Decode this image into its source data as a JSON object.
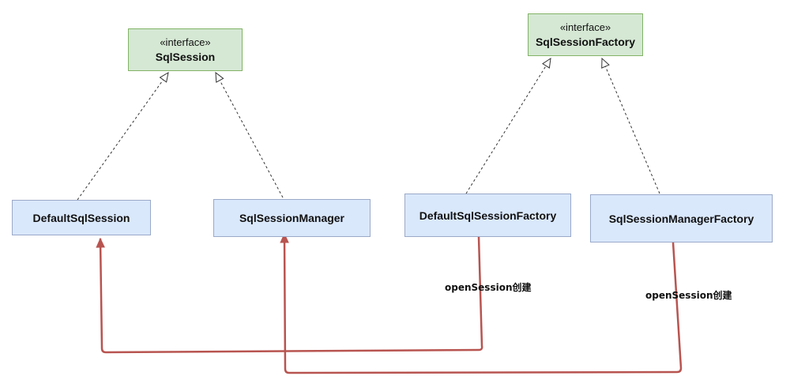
{
  "interfaces": {
    "sqlsession": {
      "stereotype": "«interface»",
      "name": "SqlSession"
    },
    "factory": {
      "stereotype": "«interface»",
      "name": "SqlSessionFactory"
    }
  },
  "classes": {
    "default_session": {
      "name": "DefaultSqlSession"
    },
    "session_manager": {
      "name": "SqlSessionManager"
    },
    "default_factory": {
      "name": "DefaultSqlSessionFactory"
    },
    "manager_factory": {
      "name": "SqlSessionManagerFactory"
    }
  },
  "edge_labels": {
    "default_factory_creates": "openSession创建",
    "manager_factory_creates": "openSession创建"
  },
  "colors": {
    "interface_fill": "#d5e8d4",
    "interface_border": "#82b366",
    "class_fill": "#dae8fc",
    "class_border": "#9aa9c9",
    "create_arrow": "#b85450",
    "realize_line": "#333333"
  }
}
